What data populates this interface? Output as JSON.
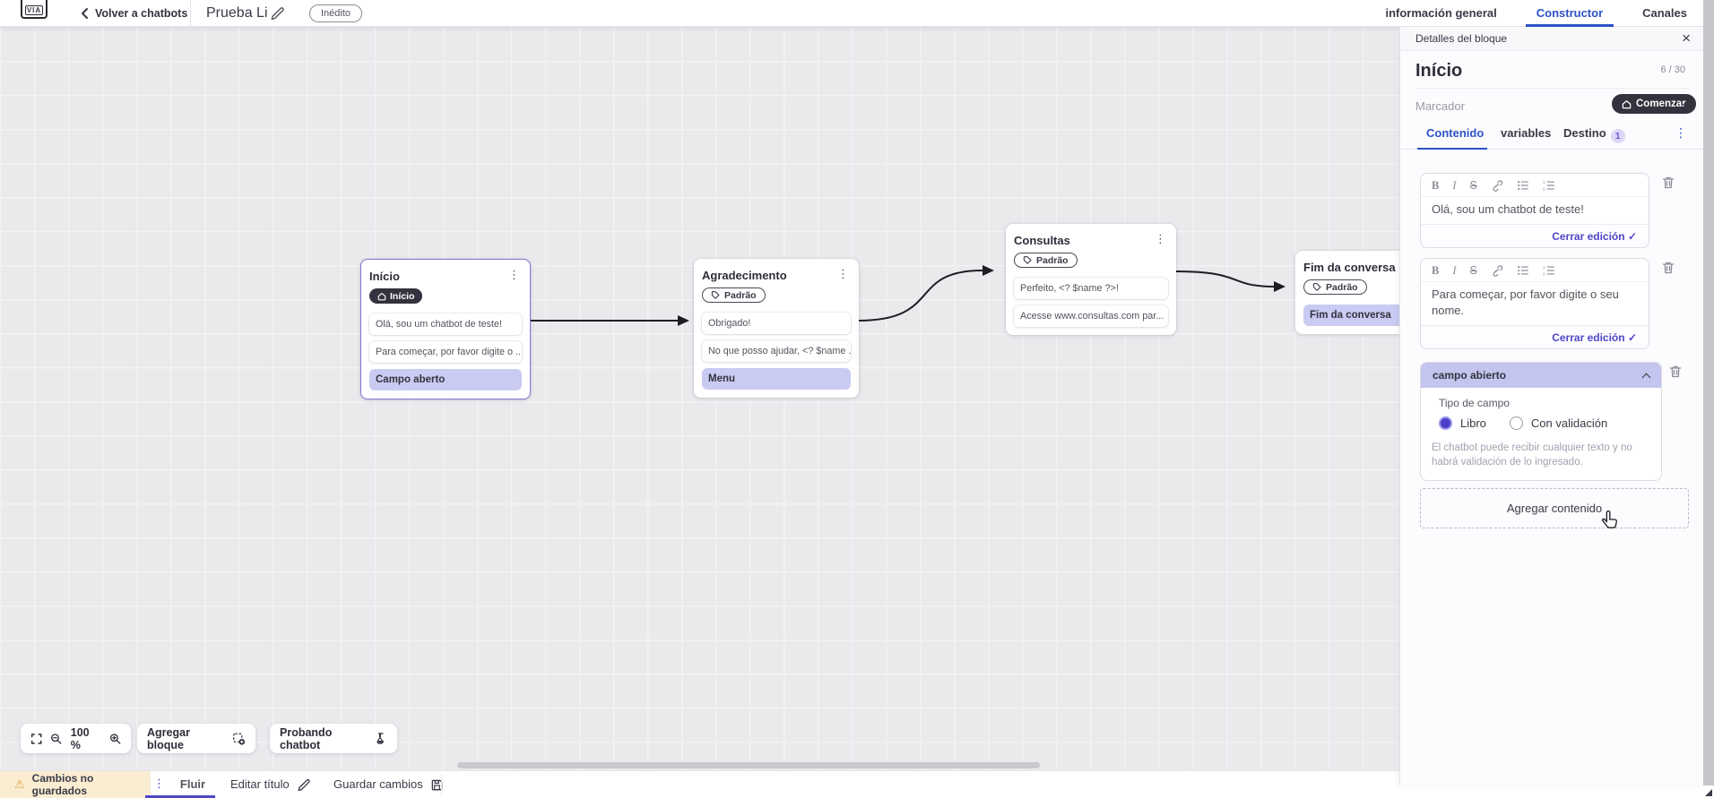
{
  "icons": {
    "kebab": "⋮",
    "close": "×",
    "check": "✓",
    "warning": "⚠",
    "bold": "B",
    "italic": "I",
    "strike": "S"
  },
  "colors": {
    "accent_blue": "#2d52c6",
    "accent_purple": "#4f46c8",
    "lavender": "#c9cbf2",
    "dark_pill": "#34323e",
    "unsaved_bg": "#faedd2",
    "canvas_bg": "#eae9ec"
  },
  "topbar": {
    "logo_text": "VIA",
    "back_label": "Volver a chatbots",
    "bot_title": "Prueba Li",
    "status_badge": "Inédito",
    "tabs": [
      {
        "label": "información general",
        "active": false
      },
      {
        "label": "Constructor",
        "active": true
      },
      {
        "label": "Canales",
        "active": false
      }
    ]
  },
  "canvas": {
    "zoom_level": "100 %",
    "add_block_label": "Agregar bloque",
    "test_chatbot_label": "Probando chatbot",
    "blocks": [
      {
        "title": "Início",
        "badge": {
          "label": "Início",
          "type": "start"
        },
        "rows": [
          {
            "text": "Olá, sou um chatbot de teste!",
            "type": "message"
          },
          {
            "text": "Para começar, por favor digite o ...",
            "type": "message"
          },
          {
            "text": "Campo aberto",
            "type": "action"
          }
        ]
      },
      {
        "title": "Agradecimento",
        "badge": {
          "label": "Padrão",
          "type": "default"
        },
        "rows": [
          {
            "text": "Obrigado!",
            "type": "message"
          },
          {
            "text": "No que posso ajudar, <? $name ...",
            "type": "message"
          },
          {
            "text": "Menu",
            "type": "action"
          }
        ]
      },
      {
        "title": "Consultas",
        "badge": {
          "label": "Padrão",
          "type": "default"
        },
        "rows": [
          {
            "text": "Perfeito, <? $name ?>!",
            "type": "message"
          },
          {
            "text": "Acesse www.consultas.com par...",
            "type": "message"
          }
        ]
      },
      {
        "title": "Fim da conversa",
        "badge": {
          "label": "Padrão",
          "type": "default"
        },
        "rows": [
          {
            "text": "Fim da conversa",
            "type": "action"
          }
        ]
      }
    ]
  },
  "panel": {
    "header": "Detalles del bloque",
    "block_name": "Início",
    "char_count": "6 / 30",
    "marker": {
      "label": "Marcador",
      "value": "Comenzar"
    },
    "tabs": [
      {
        "label": "Contenido",
        "active": true
      },
      {
        "label": "variables",
        "active": false
      },
      {
        "label": "Destino",
        "active": false,
        "badge": "1"
      }
    ],
    "editors": [
      {
        "text": "Olá, sou um chatbot de teste!",
        "close_label": "Cerrar edición"
      },
      {
        "text": "Para começar, por favor digite o seu nome.",
        "close_label": "Cerrar edición"
      }
    ],
    "open_field": {
      "header": "campo abierto",
      "type_label": "Tipo de campo",
      "options": [
        {
          "label": "Libro",
          "selected": true
        },
        {
          "label": "Con validación",
          "selected": false
        }
      ],
      "help_text": "El chatbot puede recibir cualquier texto y no habrá validación de lo ingresado."
    },
    "add_content_label": "Agregar contenido"
  },
  "bottombar": {
    "unsaved_label": "Cambios no guardados",
    "flow_tab": "Fluir",
    "edit_title_label": "Editar título",
    "save_label": "Guardar cambios"
  }
}
